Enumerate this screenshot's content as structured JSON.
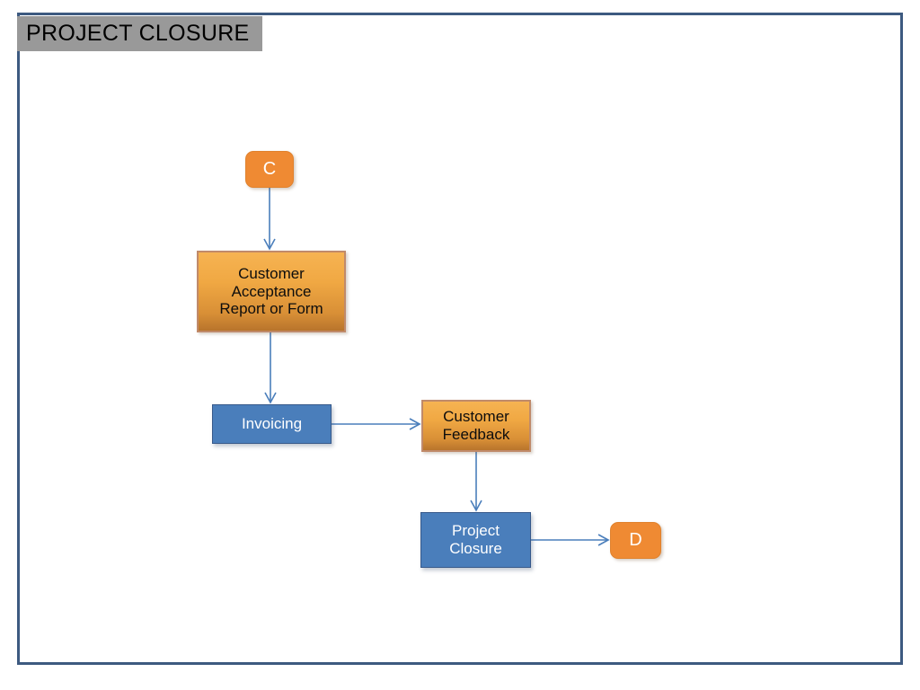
{
  "diagram": {
    "title": "PROJECT CLOSURE",
    "type": "flowchart",
    "colors": {
      "frame_border": "#3d5a80",
      "title_banner_bg": "#999999",
      "title_text": "#000000",
      "chip_fill": "#ef8a33",
      "orange_box_fill": "#f0a843",
      "orange_box_border": "#c08a6a",
      "blue_box_fill": "#4a7ebb",
      "blue_box_border": "#37598a",
      "connector_line": "#4a7ebb",
      "canvas_bg": "#ffffff"
    },
    "nodes": [
      {
        "id": "c",
        "label": "C",
        "shape": "rounded-chip",
        "style": "orange"
      },
      {
        "id": "acceptance",
        "label": "Customer\nAcceptance\nReport or Form",
        "shape": "rectangle",
        "style": "orange"
      },
      {
        "id": "invoicing",
        "label": "Invoicing",
        "shape": "rectangle",
        "style": "blue"
      },
      {
        "id": "feedback",
        "label": "Customer\nFeedback",
        "shape": "rectangle",
        "style": "orange"
      },
      {
        "id": "closure",
        "label": "Project\nClosure",
        "shape": "rectangle",
        "style": "blue"
      },
      {
        "id": "d",
        "label": "D",
        "shape": "rounded-chip",
        "style": "orange"
      }
    ],
    "connectors": [
      {
        "from": "c",
        "to": "acceptance",
        "direction": "down",
        "arrowhead": "open"
      },
      {
        "from": "acceptance",
        "to": "invoicing",
        "direction": "down",
        "arrowhead": "open"
      },
      {
        "from": "invoicing",
        "to": "feedback",
        "direction": "right",
        "arrowhead": "open"
      },
      {
        "from": "feedback",
        "to": "closure",
        "direction": "down",
        "arrowhead": "open"
      },
      {
        "from": "closure",
        "to": "d",
        "direction": "right",
        "arrowhead": "open"
      }
    ]
  }
}
